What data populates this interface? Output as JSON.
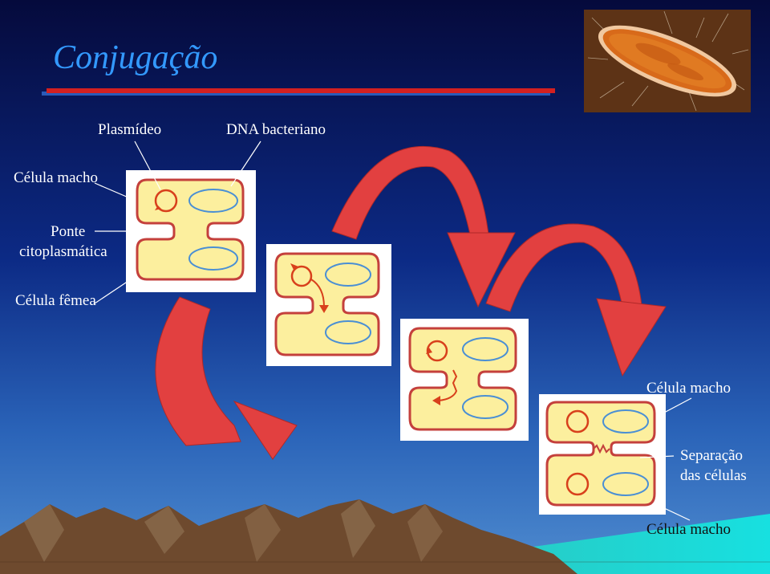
{
  "slide": {
    "title": "Conjugação",
    "labels": {
      "plasmid": "Plasmídeo",
      "bacterial_dna": "DNA bacteriano",
      "male_cell_top": "Célula  macho",
      "bridge_line1": "Ponte",
      "bridge_line2": "citoplasmática",
      "female_cell": "Célula  fêmea",
      "male_cell_right": "Célula  macho",
      "separation_line1": "Separação",
      "separation_line2": "das células",
      "male_cell_bottom": "Célula  macho"
    }
  },
  "colors": {
    "title": "#3399ff",
    "cell_fill": "#fcef9e",
    "cell_outline": "#c4403c",
    "plasmid": "#d8401c",
    "dna": "#4a8fd4",
    "arrow": "#e24040",
    "underline_blue": "#2a5ab8",
    "underline_red": "#d42020"
  },
  "icons": [
    "curved-arrow-icon",
    "bacterium-photo"
  ]
}
